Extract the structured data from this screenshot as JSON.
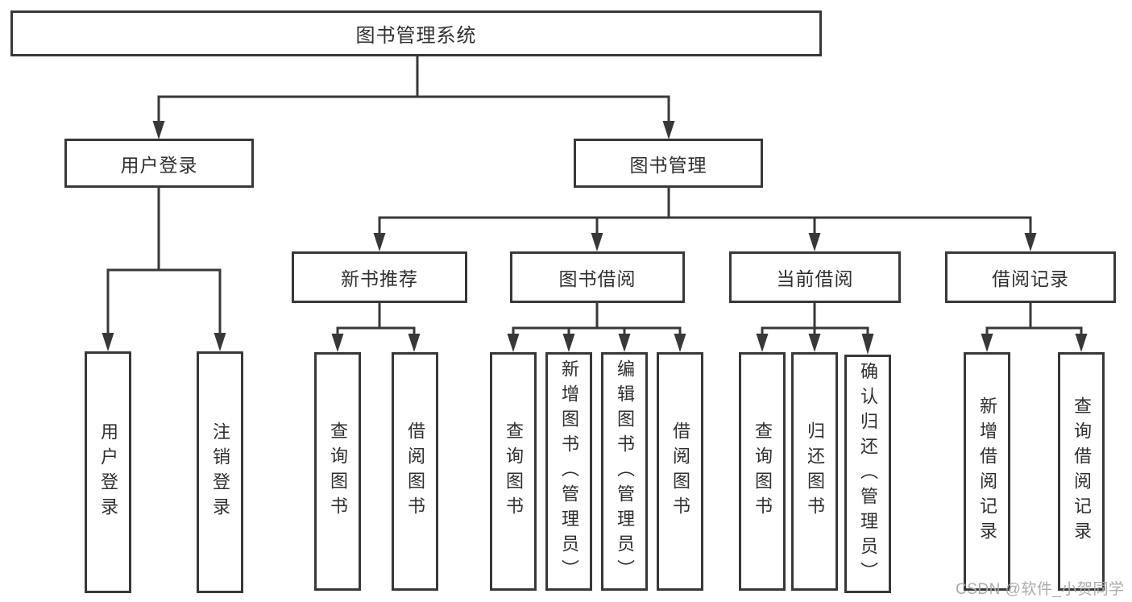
{
  "colors": {
    "line": "#383838",
    "box_border": "#383838",
    "box_fill": "#ffffff",
    "text": "#2f2f2f",
    "watermark": "#ababab"
  },
  "watermark": {
    "text": "CSDN @软件_小贺同学"
  },
  "tree": {
    "root": {
      "label": "图书管理系统"
    },
    "branches": [
      {
        "label": "用户登录",
        "children": [
          {
            "label": "用户登录"
          },
          {
            "label": "注销登录"
          }
        ]
      },
      {
        "label": "图书管理",
        "groups": [
          {
            "label": "新书推荐",
            "children": [
              {
                "label": "查询图书"
              },
              {
                "label": "借阅图书"
              }
            ]
          },
          {
            "label": "图书借阅",
            "children": [
              {
                "label": "查询图书"
              },
              {
                "label": "新增图书（管理员）"
              },
              {
                "label": "编辑图书（管理员）"
              },
              {
                "label": "借阅图书"
              }
            ]
          },
          {
            "label": "当前借阅",
            "children": [
              {
                "label": "查询图书"
              },
              {
                "label": "归还图书"
              },
              {
                "label": "确认归还（管理员）"
              }
            ]
          },
          {
            "label": "借阅记录",
            "children": [
              {
                "label": "新增借阅记录"
              },
              {
                "label": "查询借阅记录"
              }
            ]
          }
        ]
      }
    ]
  }
}
